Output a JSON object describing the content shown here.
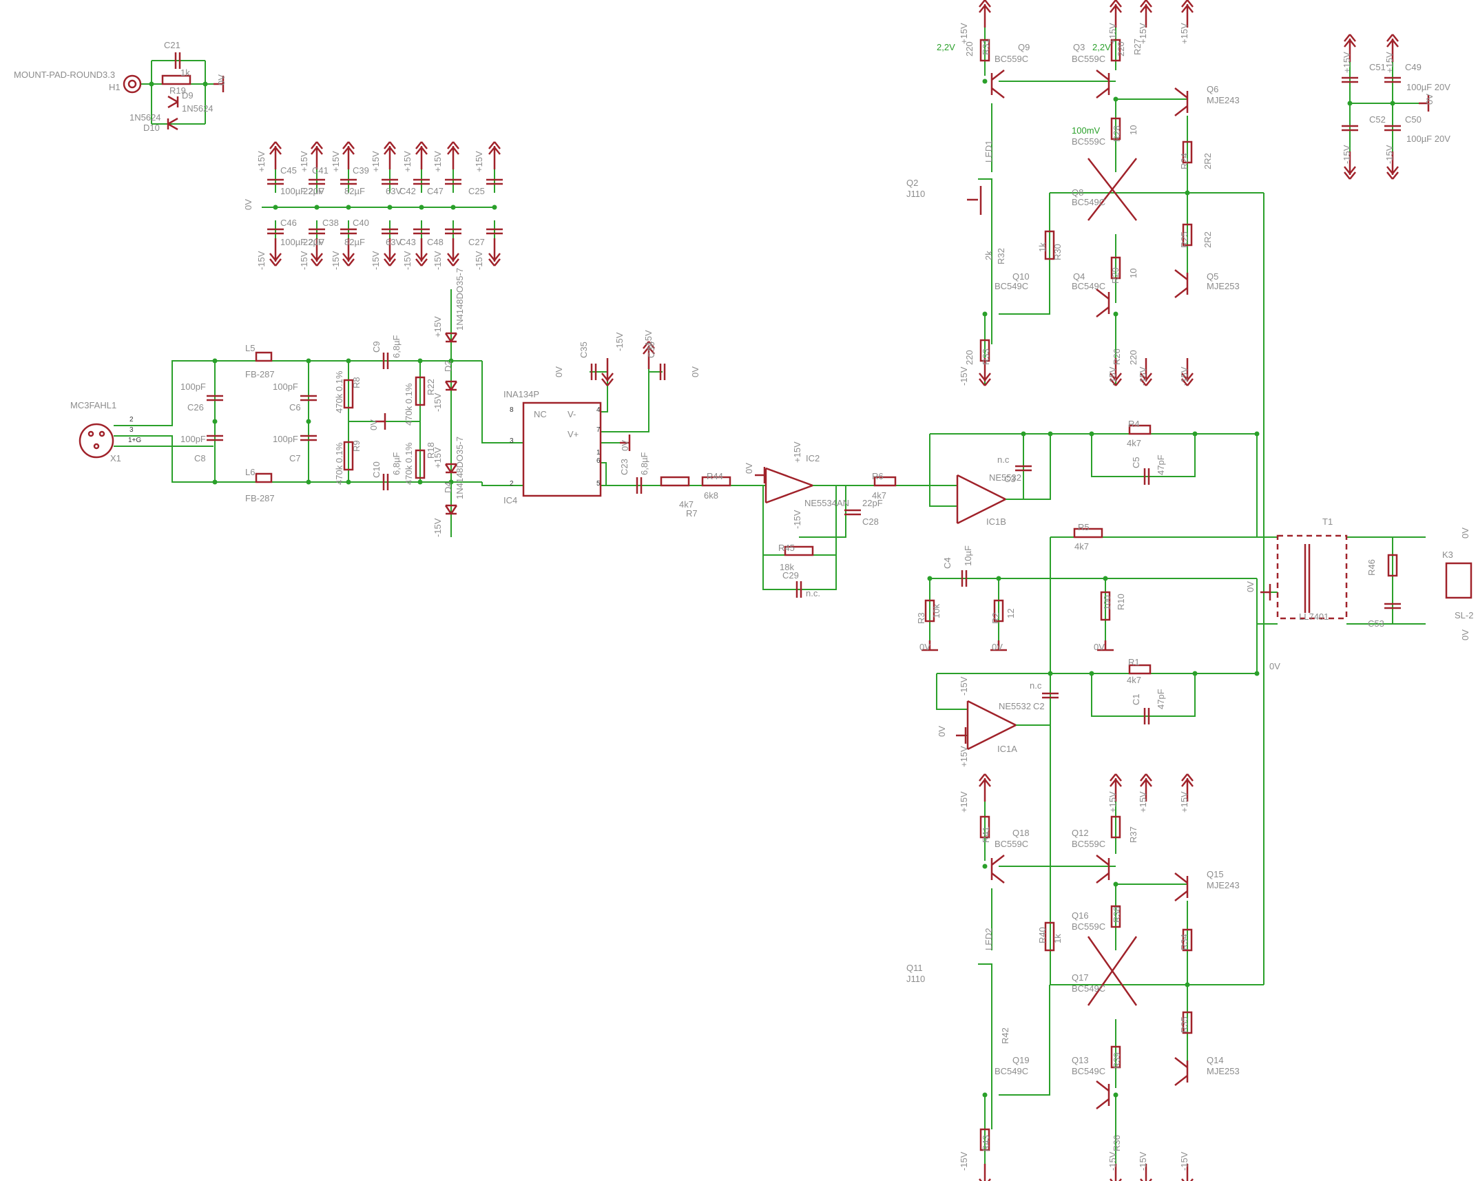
{
  "colors": {
    "wire": "#2aa02a",
    "symbol": "#a0222a",
    "label": "#8c8c8c",
    "background": "#ffffff"
  },
  "labels": [
    {
      "id": "h1_name",
      "text": "MOUNT-PAD-ROUND3.3"
    },
    {
      "id": "h1_ref",
      "text": "H1"
    },
    {
      "id": "c21",
      "text": "C21"
    },
    {
      "id": "r19v",
      "text": "1k"
    },
    {
      "id": "r19",
      "text": "R19"
    },
    {
      "id": "d9",
      "text": "D9"
    },
    {
      "id": "d9v",
      "text": "1N5624"
    },
    {
      "id": "d10v",
      "text": "1N5624"
    },
    {
      "id": "d10",
      "text": "D10"
    },
    {
      "id": "gnd_h1",
      "text": "0V"
    },
    {
      "id": "c45",
      "text": "C45"
    },
    {
      "id": "c45v",
      "text": "100µF 20V"
    },
    {
      "id": "c41",
      "text": "C41"
    },
    {
      "id": "c41v",
      "text": "22µF"
    },
    {
      "id": "c39",
      "text": "C39"
    },
    {
      "id": "c39v",
      "text": "82µF"
    },
    {
      "id": "c42",
      "text": "C42"
    },
    {
      "id": "c42v",
      "text": "63V"
    },
    {
      "id": "c47",
      "text": "C47"
    },
    {
      "id": "c25",
      "text": "C25"
    },
    {
      "id": "c46",
      "text": "C46"
    },
    {
      "id": "c46v",
      "text": "100µF 20V"
    },
    {
      "id": "c38",
      "text": "C38"
    },
    {
      "id": "c38v",
      "text": "22µF"
    },
    {
      "id": "c40",
      "text": "C40"
    },
    {
      "id": "c40v",
      "text": "82µF"
    },
    {
      "id": "c43",
      "text": "C43"
    },
    {
      "id": "c43v",
      "text": "63V"
    },
    {
      "id": "c48",
      "text": "C48"
    },
    {
      "id": "c27",
      "text": "C27"
    },
    {
      "id": "gnd_bank",
      "text": "0V"
    },
    {
      "id": "x1",
      "text": "MC3FAHL1"
    },
    {
      "id": "x1ref",
      "text": "X1"
    },
    {
      "id": "x1p2",
      "text": "2"
    },
    {
      "id": "x1p3",
      "text": "3"
    },
    {
      "id": "x1p1g",
      "text": "1+G"
    },
    {
      "id": "l5",
      "text": "L5"
    },
    {
      "id": "l5v",
      "text": "FB-287"
    },
    {
      "id": "l6",
      "text": "L6"
    },
    {
      "id": "l6v",
      "text": "FB-287"
    },
    {
      "id": "c26v",
      "text": "100pF"
    },
    {
      "id": "c26",
      "text": "C26"
    },
    {
      "id": "c8v",
      "text": "100pF"
    },
    {
      "id": "c8",
      "text": "C8"
    },
    {
      "id": "c6v",
      "text": "100pF"
    },
    {
      "id": "c6",
      "text": "C6"
    },
    {
      "id": "c7v",
      "text": "100pF"
    },
    {
      "id": "c7",
      "text": "C7"
    },
    {
      "id": "r8",
      "text": "R8"
    },
    {
      "id": "r8v",
      "text": "470k 0.1%"
    },
    {
      "id": "r9",
      "text": "R9"
    },
    {
      "id": "r9v",
      "text": "470k 0.1%"
    },
    {
      "id": "c9",
      "text": "C9"
    },
    {
      "id": "c9v",
      "text": "6,8µF"
    },
    {
      "id": "c10",
      "text": "C10"
    },
    {
      "id": "c10v",
      "text": "6,8µF"
    },
    {
      "id": "r22",
      "text": "R22"
    },
    {
      "id": "r22v",
      "text": "470k 0.1%"
    },
    {
      "id": "r18",
      "text": "R18"
    },
    {
      "id": "r18v",
      "text": "470k 0.1%"
    },
    {
      "id": "gnd_r",
      "text": "0V"
    },
    {
      "id": "d2",
      "text": "D2"
    },
    {
      "id": "d4",
      "text": "D4"
    },
    {
      "id": "d1v",
      "text": "1N4148DO35-7"
    },
    {
      "id": "d3v",
      "text": "1N4148DO35-7"
    },
    {
      "id": "ic4name",
      "text": "INA134P"
    },
    {
      "id": "ic4",
      "text": "IC4"
    },
    {
      "id": "ic4nc",
      "text": "NC"
    },
    {
      "id": "ic4vm",
      "text": "V-"
    },
    {
      "id": "ic4vp",
      "text": "V+"
    },
    {
      "id": "ic4p8",
      "text": "8"
    },
    {
      "id": "ic4p4",
      "text": "4"
    },
    {
      "id": "ic4p3",
      "text": "3"
    },
    {
      "id": "ic4p7",
      "text": "7"
    },
    {
      "id": "ic4p1",
      "text": "1"
    },
    {
      "id": "ic4p6",
      "text": "6"
    },
    {
      "id": "ic4p2",
      "text": "2"
    },
    {
      "id": "ic4p5",
      "text": "5"
    },
    {
      "id": "c35",
      "text": "C35"
    },
    {
      "id": "c36",
      "text": "C36"
    },
    {
      "id": "gnd_c35",
      "text": "0V"
    },
    {
      "id": "gnd_c36",
      "text": "0V"
    },
    {
      "id": "gnd_ic4",
      "text": "0V"
    },
    {
      "id": "c23",
      "text": "C23"
    },
    {
      "id": "c23v",
      "text": "6,8µF"
    },
    {
      "id": "r7",
      "text": "R7"
    },
    {
      "id": "r7v",
      "text": "4k7"
    },
    {
      "id": "r44",
      "text": "R44"
    },
    {
      "id": "r44v",
      "text": "6k8"
    },
    {
      "id": "ic2",
      "text": "IC2"
    },
    {
      "id": "ic2name",
      "text": "NE5534AN"
    },
    {
      "id": "gnd_ic2",
      "text": "0V"
    },
    {
      "id": "c28",
      "text": "C28"
    },
    {
      "id": "c28v",
      "text": "22pF"
    },
    {
      "id": "r45",
      "text": "R45"
    },
    {
      "id": "r45v",
      "text": "18k"
    },
    {
      "id": "c29",
      "text": "C29"
    },
    {
      "id": "c29v",
      "text": "n.c."
    },
    {
      "id": "r6",
      "text": "R6"
    },
    {
      "id": "r6v",
      "text": "4k7"
    },
    {
      "id": "ic1b",
      "text": "IC1B"
    },
    {
      "id": "ic1bname",
      "text": "NE5532"
    },
    {
      "id": "c3v",
      "text": "n.c"
    },
    {
      "id": "c3",
      "text": "C3"
    },
    {
      "id": "r4",
      "text": "R4"
    },
    {
      "id": "r4v",
      "text": "4k7"
    },
    {
      "id": "c5",
      "text": "C5"
    },
    {
      "id": "c5v",
      "text": "47pF"
    },
    {
      "id": "r5",
      "text": "R5"
    },
    {
      "id": "r5v",
      "text": "4k7"
    },
    {
      "id": "c4",
      "text": "C4"
    },
    {
      "id": "c4v",
      "text": "10µF"
    },
    {
      "id": "r3",
      "text": "R3"
    },
    {
      "id": "r3v",
      "text": "10k"
    },
    {
      "id": "r2",
      "text": "R2"
    },
    {
      "id": "r2v",
      "text": "12"
    },
    {
      "id": "r10",
      "text": "R10"
    },
    {
      "id": "r10v",
      "text": "100"
    },
    {
      "id": "gnd_r3",
      "text": "0V"
    },
    {
      "id": "gnd_r2",
      "text": "0V"
    },
    {
      "id": "gnd_r10",
      "text": "0V"
    },
    {
      "id": "ic1a",
      "text": "IC1A"
    },
    {
      "id": "ic1aname",
      "text": "NE5532"
    },
    {
      "id": "gnd_ic1a",
      "text": "0V"
    },
    {
      "id": "c2v",
      "text": "n.c"
    },
    {
      "id": "c2",
      "text": "C2"
    },
    {
      "id": "r1",
      "text": "R1"
    },
    {
      "id": "r1v",
      "text": "4k7"
    },
    {
      "id": "c1",
      "text": "C1"
    },
    {
      "id": "c1v",
      "text": "47pF"
    },
    {
      "id": "t1",
      "text": "T1"
    },
    {
      "id": "t1name",
      "text": "LL7401"
    },
    {
      "id": "gnd_t1a",
      "text": "0V"
    },
    {
      "id": "gnd_t1b",
      "text": "0V"
    },
    {
      "id": "r46",
      "text": "R46"
    },
    {
      "id": "c53",
      "text": "C53"
    },
    {
      "id": "k3",
      "text": "K3"
    },
    {
      "id": "sl2",
      "text": "SL-2"
    },
    {
      "id": "gnd_k3a",
      "text": "0V"
    },
    {
      "id": "gnd_k3b",
      "text": "0V"
    },
    {
      "id": "c51",
      "text": "C51"
    },
    {
      "id": "c49",
      "text": "C49"
    },
    {
      "id": "c49v",
      "text": "100µF 20V"
    },
    {
      "id": "c52",
      "text": "C52"
    },
    {
      "id": "c50",
      "text": "C50"
    },
    {
      "id": "c50v",
      "text": "100µF 20V"
    },
    {
      "id": "gnd_sup",
      "text": "0V"
    },
    {
      "id": "meas22a",
      "text": "2,2V"
    },
    {
      "id": "meas22b",
      "text": "2,2V"
    },
    {
      "id": "meas100",
      "text": "100mV"
    },
    {
      "id": "r31",
      "text": "R31"
    },
    {
      "id": "r31v",
      "text": "220"
    },
    {
      "id": "q9",
      "text": "Q9"
    },
    {
      "id": "q9v",
      "text": "BC559C"
    },
    {
      "id": "q3",
      "text": "Q3"
    },
    {
      "id": "q3v",
      "text": "BC559C"
    },
    {
      "id": "r27",
      "text": "R27"
    },
    {
      "id": "r27v",
      "text": "220"
    },
    {
      "id": "q6",
      "text": "Q6"
    },
    {
      "id": "q6v",
      "text": "MJE243"
    },
    {
      "id": "led1",
      "text": "LED1"
    },
    {
      "id": "q7v",
      "text": "BC559C"
    },
    {
      "id": "r28",
      "text": "R28"
    },
    {
      "id": "r28v",
      "text": "10"
    },
    {
      "id": "r24",
      "text": "R24"
    },
    {
      "id": "r24v",
      "text": "2R2"
    },
    {
      "id": "q2",
      "text": "Q2"
    },
    {
      "id": "q2v",
      "text": "J110"
    },
    {
      "id": "q8",
      "text": "Q8"
    },
    {
      "id": "q8v",
      "text": "BC549C"
    },
    {
      "id": "r25",
      "text": "R25"
    },
    {
      "id": "r25v",
      "text": "2R2"
    },
    {
      "id": "r32",
      "text": "R32"
    },
    {
      "id": "r32v",
      "text": "2k"
    },
    {
      "id": "r30",
      "text": "R30"
    },
    {
      "id": "r30v",
      "text": "1k"
    },
    {
      "id": "q10",
      "text": "Q10"
    },
    {
      "id": "q10v",
      "text": "BC549C"
    },
    {
      "id": "q4",
      "text": "Q4"
    },
    {
      "id": "q4v",
      "text": "BC549C"
    },
    {
      "id": "r29",
      "text": "R29"
    },
    {
      "id": "r29v",
      "text": "10"
    },
    {
      "id": "q5",
      "text": "Q5"
    },
    {
      "id": "q5v",
      "text": "MJE253"
    },
    {
      "id": "r33",
      "text": "R33"
    },
    {
      "id": "r33v",
      "text": "220"
    },
    {
      "id": "r26",
      "text": "R26"
    },
    {
      "id": "r26v",
      "text": "220"
    },
    {
      "id": "r41",
      "text": "R41"
    },
    {
      "id": "q18",
      "text": "Q18"
    },
    {
      "id": "q18v",
      "text": "BC559C"
    },
    {
      "id": "q12",
      "text": "Q12"
    },
    {
      "id": "q12v",
      "text": "BC559C"
    },
    {
      "id": "r37",
      "text": "R37"
    },
    {
      "id": "q15",
      "text": "Q15"
    },
    {
      "id": "q15v",
      "text": "MJE243"
    },
    {
      "id": "q16",
      "text": "Q16"
    },
    {
      "id": "q16v",
      "text": "BC559C"
    },
    {
      "id": "r38",
      "text": "R38"
    },
    {
      "id": "led2",
      "text": "LED2"
    },
    {
      "id": "r40",
      "text": "R40"
    },
    {
      "id": "r40v",
      "text": "1k"
    },
    {
      "id": "r34",
      "text": "R34"
    },
    {
      "id": "q11",
      "text": "Q11"
    },
    {
      "id": "q11v",
      "text": "J110"
    },
    {
      "id": "q17",
      "text": "Q17"
    },
    {
      "id": "q17v",
      "text": "BC549C"
    },
    {
      "id": "r35",
      "text": "R35"
    },
    {
      "id": "r42",
      "text": "R42"
    },
    {
      "id": "q19",
      "text": "Q19"
    },
    {
      "id": "q19v",
      "text": "BC549C"
    },
    {
      "id": "q13",
      "text": "Q13"
    },
    {
      "id": "q13v",
      "text": "BC549C"
    },
    {
      "id": "r39",
      "text": "R39"
    },
    {
      "id": "q14",
      "text": "Q14"
    },
    {
      "id": "q14v",
      "text": "MJE253"
    },
    {
      "id": "r43",
      "text": "R43"
    },
    {
      "id": "r36",
      "text": "R36"
    }
  ],
  "rails": [
    {
      "id": "r_a1",
      "text": "+15V"
    },
    {
      "id": "r_a2",
      "text": "+15V"
    },
    {
      "id": "r_a3",
      "text": "+15V"
    },
    {
      "id": "r_a4",
      "text": "+15V"
    },
    {
      "id": "r_a5",
      "text": "+15V"
    },
    {
      "id": "r_a6",
      "text": "+15V"
    },
    {
      "id": "r_a7",
      "text": "+15V"
    },
    {
      "id": "r_b1",
      "text": "-15V"
    },
    {
      "id": "r_b2",
      "text": "-15V"
    },
    {
      "id": "r_b3",
      "text": "-15V"
    },
    {
      "id": "r_b4",
      "text": "-15V"
    },
    {
      "id": "r_b5",
      "text": "-15V"
    },
    {
      "id": "r_b6",
      "text": "-15V"
    },
    {
      "id": "r_b7",
      "text": "-15V"
    },
    {
      "id": "r_d1",
      "text": "+15V"
    },
    {
      "id": "r_d2",
      "text": "-15V"
    },
    {
      "id": "r_d3",
      "text": "+15V"
    },
    {
      "id": "r_d4",
      "text": "-15V"
    },
    {
      "id": "r_i1",
      "text": "-15V"
    },
    {
      "id": "r_i2",
      "text": "+15V"
    },
    {
      "id": "r_ic2a",
      "text": "+15V"
    },
    {
      "id": "r_ic2b",
      "text": "-15V"
    },
    {
      "id": "r_ic1a",
      "text": "-15V"
    },
    {
      "id": "r_ic1b",
      "text": "+15V"
    },
    {
      "id": "r_u1",
      "text": "+15V"
    },
    {
      "id": "r_u2",
      "text": "+15V"
    },
    {
      "id": "r_u3",
      "text": "+15V"
    },
    {
      "id": "r_u4",
      "text": "+15V"
    },
    {
      "id": "r_u5",
      "text": "-15V"
    },
    {
      "id": "r_u6",
      "text": "-15V"
    },
    {
      "id": "r_u7",
      "text": "-15V"
    },
    {
      "id": "r_u8",
      "text": "-15V"
    },
    {
      "id": "r_l1",
      "text": "+15V"
    },
    {
      "id": "r_l2",
      "text": "+15V"
    },
    {
      "id": "r_l3",
      "text": "+15V"
    },
    {
      "id": "r_l4",
      "text": "+15V"
    },
    {
      "id": "r_l5",
      "text": "-15V"
    },
    {
      "id": "r_l6",
      "text": "-15V"
    },
    {
      "id": "r_l7",
      "text": "-15V"
    },
    {
      "id": "r_l8",
      "text": "-15V"
    },
    {
      "id": "r_s1",
      "text": "+15V"
    },
    {
      "id": "r_s2",
      "text": "+15V"
    },
    {
      "id": "r_s3",
      "text": "-15V"
    },
    {
      "id": "r_s4",
      "text": "-15V"
    }
  ]
}
